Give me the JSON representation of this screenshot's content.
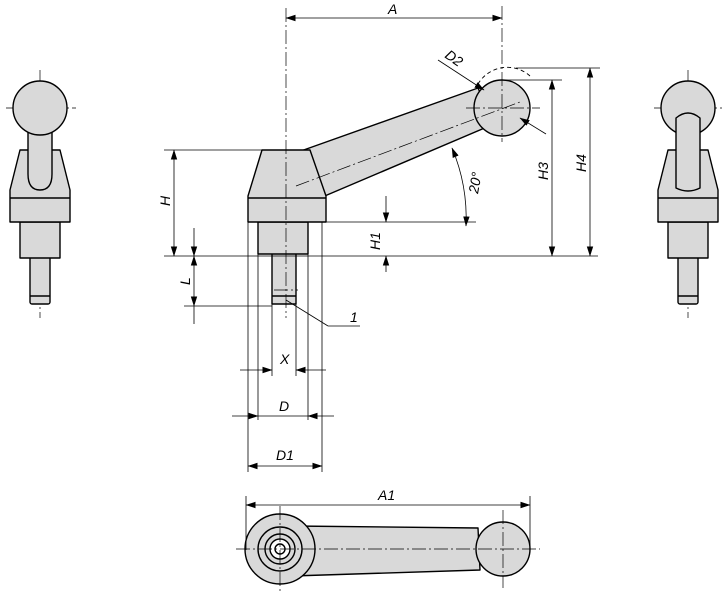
{
  "labels": {
    "A": "A",
    "A1": "A1",
    "D": "D",
    "D1": "D1",
    "D2": "D2",
    "H": "H",
    "H1": "H1",
    "H3": "H3",
    "H4": "H4",
    "L": "L",
    "X": "X",
    "angle": "20°",
    "item": "1"
  }
}
